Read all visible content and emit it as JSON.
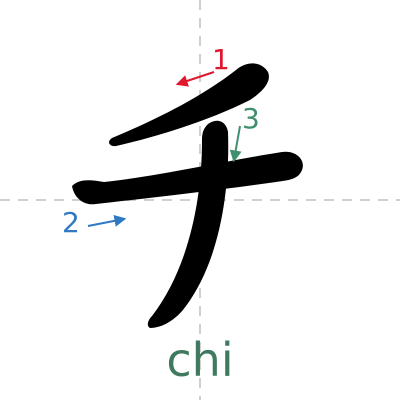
{
  "character": {
    "name": "katakana chi",
    "romaji": "chi"
  },
  "strokes": [
    {
      "number": "1",
      "color": "#e0182d"
    },
    {
      "number": "2",
      "color": "#2f78c4"
    },
    {
      "number": "3",
      "color": "#3f8f6e"
    }
  ],
  "colors": {
    "ink": "#000000",
    "guide": "#cfcfcf",
    "romaji": "#3f7a5e"
  }
}
